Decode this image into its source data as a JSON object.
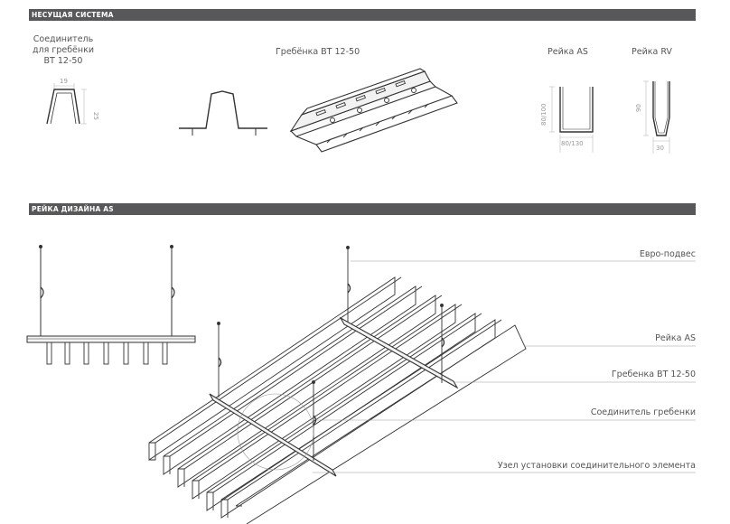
{
  "sections": {
    "support": {
      "title": "НЕСУЩАЯ СИСТЕМА"
    },
    "design": {
      "title": "РЕЙКА ДИЗАЙНА AS"
    }
  },
  "parts": {
    "connector": {
      "line1": "Соединитель",
      "line2": "для гребёнки",
      "line3": "ВТ 12-50",
      "dim_width": "19",
      "dim_height": "25"
    },
    "comb": {
      "label": "Гребёнка ВТ 12-50"
    },
    "rail_as": {
      "label": "Рейка AS",
      "dim_height": "80/100",
      "dim_width": "80/130"
    },
    "rail_rv": {
      "label": "Рейка RV",
      "dim_height": "90",
      "dim_width": "30"
    }
  },
  "callouts": [
    {
      "id": "euro-hanger",
      "text": "Евро-подвес"
    },
    {
      "id": "rail-as",
      "text": "Рейка AS"
    },
    {
      "id": "comb-bt",
      "text": "Гребенка ВТ 12-50"
    },
    {
      "id": "comb-connector",
      "text": "Соединитель гребенки"
    },
    {
      "id": "connector-node",
      "text": "Узел установки соединительного элемента"
    }
  ]
}
